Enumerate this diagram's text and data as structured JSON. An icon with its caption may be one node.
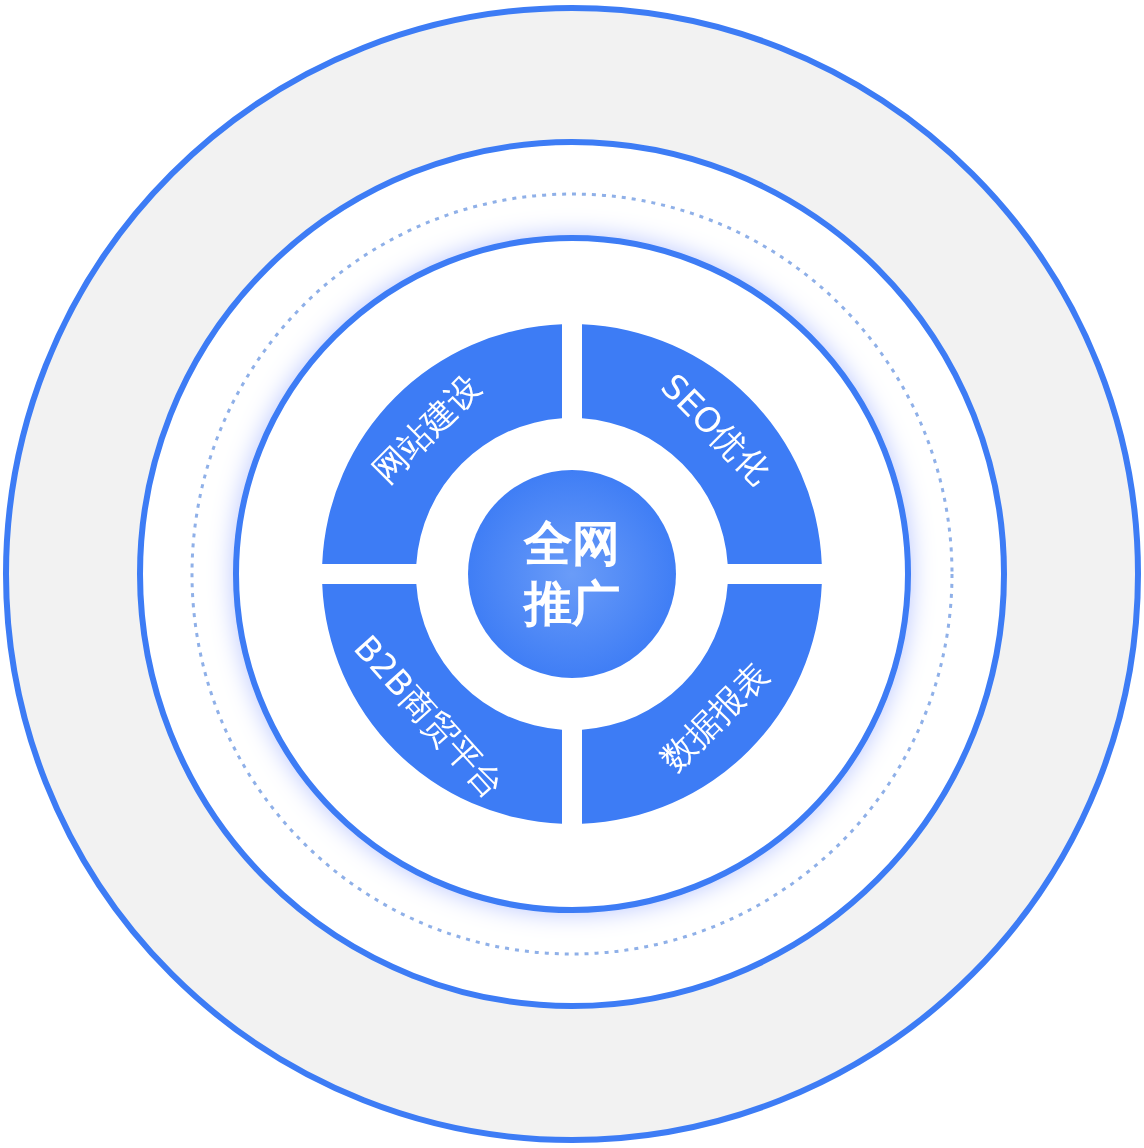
{
  "diagram": {
    "nodes": [
      {
        "text": [
          "全网推广"
        ]
      },
      {
        "text": [
          "网站建设"
        ]
      },
      {
        "text": [
          "SEO优化"
        ]
      },
      {
        "text": [
          "B2B商贸平台"
        ]
      },
      {
        "text": [
          "数据报表"
        ]
      }
    ]
  }
}
